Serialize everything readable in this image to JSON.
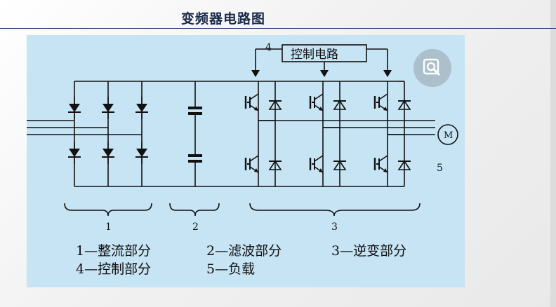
{
  "slide": {
    "title": "变频器电路图"
  },
  "diagram": {
    "control_label": "控制电路",
    "control_number": "4",
    "motor_label": "M",
    "load_number": "5",
    "group_numbers": [
      "1",
      "2",
      "3"
    ],
    "legend": {
      "item1": "1—整流部分",
      "item2": "2—滤波部分",
      "item3": "3—逆变部分",
      "item4": "4—控制部分",
      "item5": "5—负载"
    }
  },
  "colors": {
    "figure_bg": "#c7e4f5",
    "ink": "#111111",
    "title": "#1a2a4a"
  },
  "icons": {
    "zoom": "zoom-icon"
  }
}
